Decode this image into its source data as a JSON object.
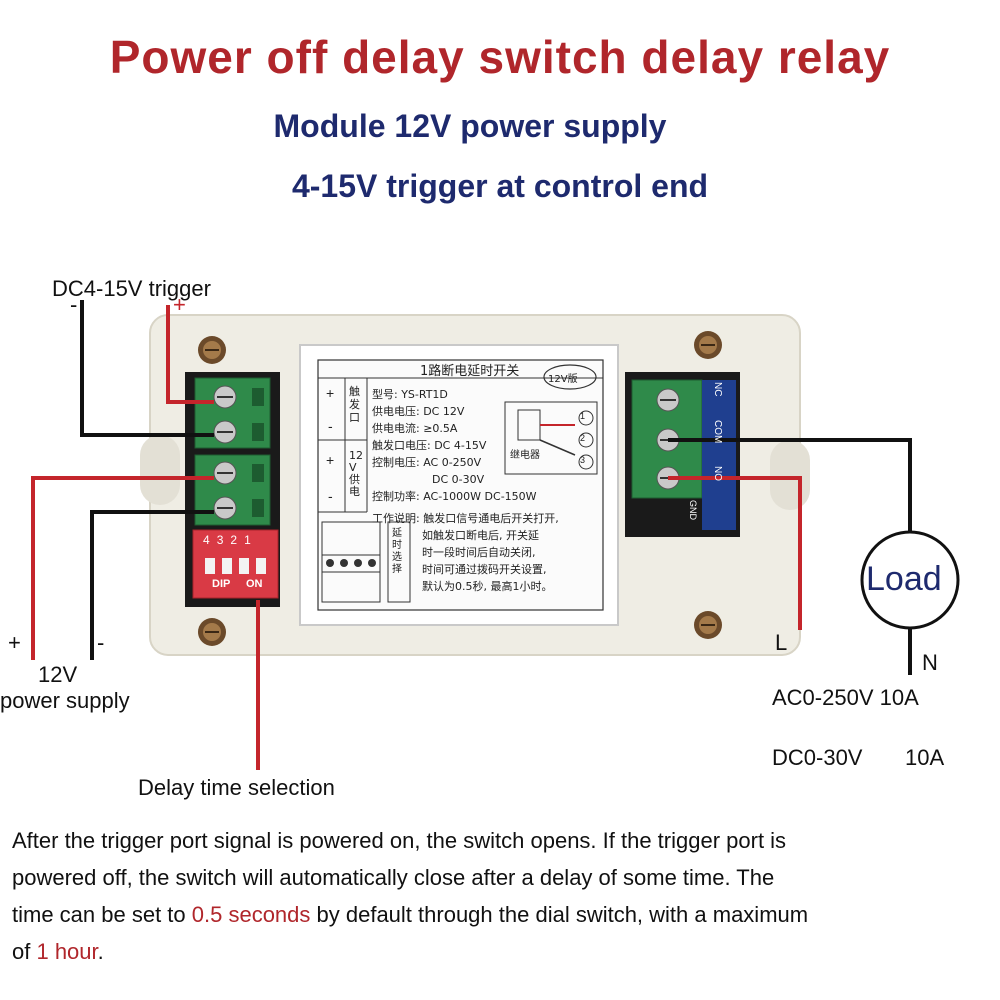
{
  "header": {
    "title": "Power off delay switch delay relay",
    "subtitle_1": "Module 12V power supply",
    "subtitle_2": "4-15V trigger at control end"
  },
  "labels": {
    "trigger": "DC4-15V trigger",
    "trigger_minus": "-",
    "trigger_plus": "+",
    "supply_plus": "+",
    "supply_minus": "-",
    "supply_12v": "12V",
    "supply_text": "power supply",
    "delay_selection": "Delay time selection",
    "load": "Load",
    "live": "L",
    "neutral": "N",
    "ac_rating": "AC0-250V 10A",
    "dc_rating_v": "DC0-30V",
    "dc_rating_a": "10A"
  },
  "module": {
    "title_cn": "1路断电延时开关",
    "version_badge": "12V版",
    "model": "型号: YS-RT1D",
    "supply_voltage": "供电电压: DC 12V",
    "supply_current": "供电电流: ≥0.5A",
    "trigger_voltage": "触发口电压: DC 4-15V",
    "control_voltage_ac": "控制电压: AC 0-250V",
    "control_voltage_dc": "DC 0-30V",
    "control_power": "控制功率: AC-1000W  DC-150W",
    "work_desc_1": "工作说明: 触发口信号通电后开关打开,",
    "work_desc_2": "如触发口断电后, 开关延",
    "work_desc_3": "时一段时间后自动关闭,",
    "work_desc_4": "时间可通过拨码开关设置,",
    "work_desc_5": "默认为0.5秒, 最高1小时。",
    "trigger_port_label": "触发口",
    "power_port_label": "12V 供电",
    "relay_label": "继电器",
    "delay_label": "延时选择",
    "plus": "+",
    "minus": "-",
    "dip_numbers": [
      "4",
      "3",
      "2",
      "1"
    ],
    "dip_label": "DIP",
    "dip_on": "ON",
    "relay_terms": [
      "NC",
      "COM",
      "NO"
    ],
    "gnd": "GND",
    "relay_pins": [
      "1",
      "2",
      "3"
    ]
  },
  "description": {
    "line_1": "After the trigger port signal is powered on, the switch opens. If  the trigger port  is",
    "line_2": "powered off, the switch will  automatically  close  after  a delay of some time. The",
    "line_3_a": "time can be set to ",
    "line_3_hl": "0.5 seconds",
    "line_3_b": " by default through the dial switch, with a maximum",
    "line_4_a": "of ",
    "line_4_hl": "1 hour",
    "line_4_b": "."
  },
  "colors": {
    "title": "#b0262b",
    "subtitle": "#1e2a6e",
    "wire_red": "#c4252b",
    "wire_black": "#111111",
    "terminal_green": "#2f8a4a",
    "dip_red": "#d93a45",
    "load_text": "#1e2a6e"
  }
}
